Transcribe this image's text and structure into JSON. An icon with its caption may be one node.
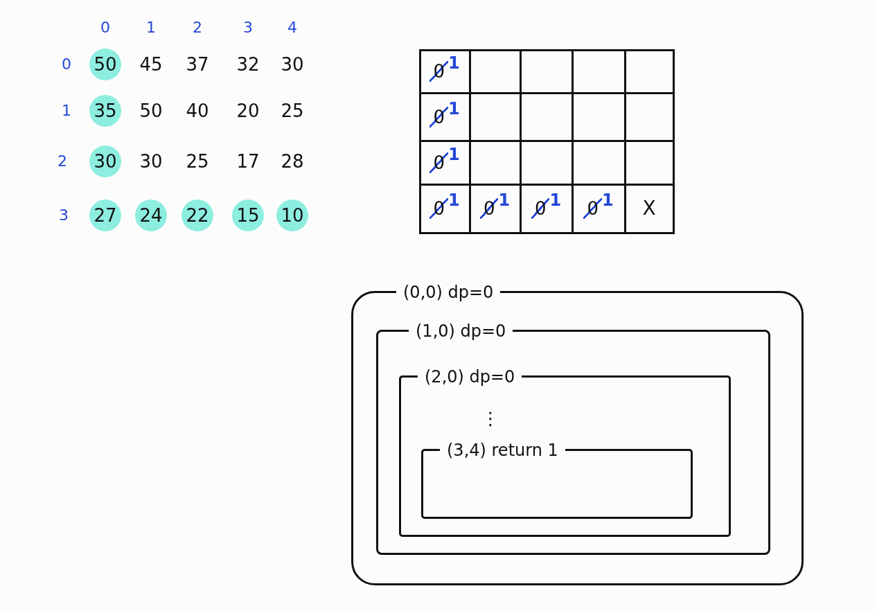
{
  "diagram": {
    "nodes": [
      {
        "text": [
          "(0,0) dp=0"
        ]
      },
      {
        "text": [
          "(1,0) dp=0"
        ],
        "in": 0
      },
      {
        "text": [
          "(2,0) dp=0"
        ],
        "in": 1
      },
      {
        "text": [
          "(3,4) return 1"
        ],
        "in": 2
      }
    ],
    "labels": [
      "0",
      "1",
      "2",
      "3",
      "4",
      "0",
      "50",
      "45",
      "37",
      "32",
      "30",
      "1",
      "35",
      "50",
      "40",
      "20",
      "25",
      "2",
      "30",
      "30",
      "25",
      "17",
      "28",
      "3",
      "27",
      "24",
      "22",
      "15",
      "10",
      "0",
      "1",
      "0",
      "1",
      "0",
      "1",
      "0",
      "1",
      "0",
      "1",
      "0",
      "1",
      "0",
      "1",
      "X",
      "⋮"
    ]
  }
}
